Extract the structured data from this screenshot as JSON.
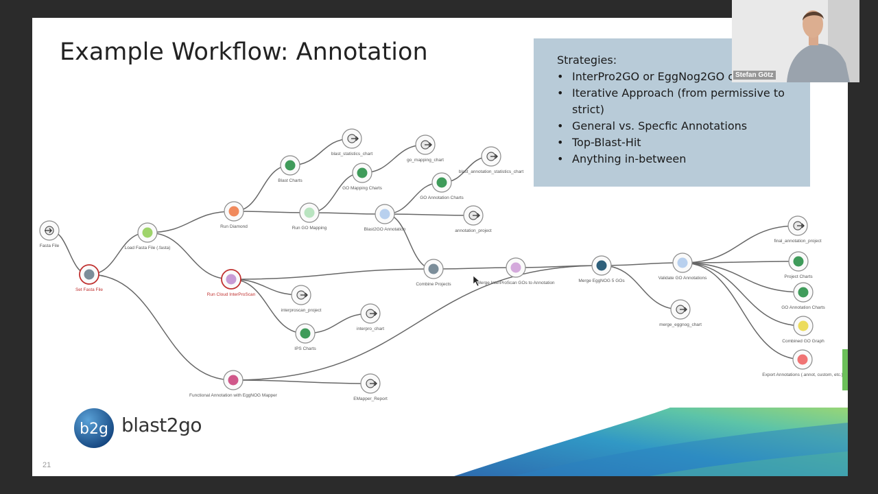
{
  "slide": {
    "title": "Example Workflow: Annotation",
    "page_number": "21"
  },
  "strategies": {
    "heading": "Strategies:",
    "items": [
      "InterPro2GO or EggNog2GO or both",
      "Iterative Approach (from permissive to strict)",
      "General vs. Specfic Annotations",
      "Top-Blast-Hit",
      "Anything in-between"
    ]
  },
  "logo": {
    "text": "blast2go",
    "badge": "b2g"
  },
  "webcam": {
    "name": "Stefan Götz"
  },
  "workflow": {
    "nodes": [
      {
        "id": "fasta_file",
        "label": "Fasta File",
        "color": "#ffffff",
        "icon": "input-arrow-icon"
      },
      {
        "id": "set_fasta",
        "label": "Set Fasta File",
        "color": "#7b8d99",
        "ring": "#c0302f",
        "label_color": "red"
      },
      {
        "id": "load_fasta",
        "label": "Load Fasta File (.fasta)",
        "color": "#9ed36a"
      },
      {
        "id": "run_diamond",
        "label": "Run Diamond",
        "color": "#f08a5d"
      },
      {
        "id": "blast_charts",
        "label": "Blast Charts",
        "color": "#3f9b5a"
      },
      {
        "id": "blast_stats_chart",
        "label": "blast_statistics_chart",
        "color": "#ffffff",
        "icon": "output-arrow-icon"
      },
      {
        "id": "run_go_mapping",
        "label": "Run GO Mapping",
        "color": "#b9e4c0"
      },
      {
        "id": "go_mapping_charts",
        "label": "GO Mapping Charts",
        "color": "#3f9b5a"
      },
      {
        "id": "go_mapping_chart",
        "label": "go_mapping_chart",
        "color": "#ffffff",
        "icon": "output-arrow-icon"
      },
      {
        "id": "b2g_annotation",
        "label": "Blast2GO Annotation",
        "color": "#b8d0ee"
      },
      {
        "id": "go_annot_charts_1",
        "label": "GO Annotation Charts",
        "color": "#3f9b5a"
      },
      {
        "id": "blast_annot_stats_chart",
        "label": "blast_annotation_statistics_chart",
        "color": "#ffffff",
        "icon": "output-arrow-icon"
      },
      {
        "id": "annotation_project",
        "label": "annotation_project",
        "color": "#ffffff",
        "icon": "output-arrow-icon"
      },
      {
        "id": "run_cloud_ips",
        "label": "Run Cloud InterProScan",
        "color": "#c79bd4",
        "ring": "#c0302f",
        "label_color": "red"
      },
      {
        "id": "ips_project",
        "label": "interproscan_project",
        "color": "#ffffff",
        "icon": "output-arrow-icon"
      },
      {
        "id": "ips_charts",
        "label": "IPS Charts",
        "color": "#3f9b5a"
      },
      {
        "id": "interpro_chart",
        "label": "interpro_chart",
        "color": "#ffffff",
        "icon": "output-arrow-icon"
      },
      {
        "id": "combine_projects",
        "label": "Combine Projects",
        "color": "#7b8d99"
      },
      {
        "id": "merge_ips",
        "label": "Merge InterProScan GOs to Annotation",
        "color": "#d4a9dc"
      },
      {
        "id": "merge_eggnog",
        "label": "Merge EggNOG 5 GOs",
        "color": "#2e5f7a"
      },
      {
        "id": "merge_eggnog_chart",
        "label": "merge_eggnog_chart",
        "color": "#ffffff",
        "icon": "output-arrow-icon"
      },
      {
        "id": "validate_go",
        "label": "Validate GO Annotations",
        "color": "#b8d0ee"
      },
      {
        "id": "final_project",
        "label": "final_annotation_project",
        "color": "#ffffff",
        "icon": "output-arrow-icon"
      },
      {
        "id": "project_charts",
        "label": "Project Charts",
        "color": "#3f9b5a"
      },
      {
        "id": "go_annot_charts_2",
        "label": "GO Annotation Charts",
        "color": "#3f9b5a"
      },
      {
        "id": "combined_go_graph",
        "label": "Combined GO Graph",
        "color": "#ecdc5c"
      },
      {
        "id": "export_annotations",
        "label": "Export Annotations (.annot, custom, etc.)",
        "color": "#f07474"
      },
      {
        "id": "eggnog_mapper",
        "label": "Functional Annotation with EggNOG Mapper",
        "color": "#d0588a"
      },
      {
        "id": "emapper_report",
        "label": "EMapper_Report",
        "color": "#ffffff",
        "icon": "output-arrow-icon"
      }
    ],
    "edges": [
      [
        "fasta_file",
        "set_fasta"
      ],
      [
        "set_fasta",
        "load_fasta"
      ],
      [
        "set_fasta",
        "eggnog_mapper"
      ],
      [
        "load_fasta",
        "run_diamond"
      ],
      [
        "load_fasta",
        "run_cloud_ips"
      ],
      [
        "run_diamond",
        "blast_charts"
      ],
      [
        "blast_charts",
        "blast_stats_chart"
      ],
      [
        "run_diamond",
        "run_go_mapping"
      ],
      [
        "run_go_mapping",
        "go_mapping_charts"
      ],
      [
        "go_mapping_charts",
        "go_mapping_chart"
      ],
      [
        "run_go_mapping",
        "b2g_annotation"
      ],
      [
        "b2g_annotation",
        "go_annot_charts_1"
      ],
      [
        "go_annot_charts_1",
        "blast_annot_stats_chart"
      ],
      [
        "b2g_annotation",
        "annotation_project"
      ],
      [
        "b2g_annotation",
        "combine_projects"
      ],
      [
        "run_cloud_ips",
        "combine_projects"
      ],
      [
        "run_cloud_ips",
        "ips_project"
      ],
      [
        "run_cloud_ips",
        "ips_charts"
      ],
      [
        "ips_charts",
        "interpro_chart"
      ],
      [
        "combine_projects",
        "merge_ips"
      ],
      [
        "merge_ips",
        "merge_eggnog"
      ],
      [
        "eggnog_mapper",
        "merge_eggnog"
      ],
      [
        "eggnog_mapper",
        "emapper_report"
      ],
      [
        "merge_eggnog",
        "merge_eggnog_chart"
      ],
      [
        "merge_eggnog",
        "validate_go"
      ],
      [
        "validate_go",
        "final_project"
      ],
      [
        "validate_go",
        "project_charts"
      ],
      [
        "validate_go",
        "go_annot_charts_2"
      ],
      [
        "validate_go",
        "combined_go_graph"
      ],
      [
        "validate_go",
        "export_annotations"
      ]
    ]
  }
}
